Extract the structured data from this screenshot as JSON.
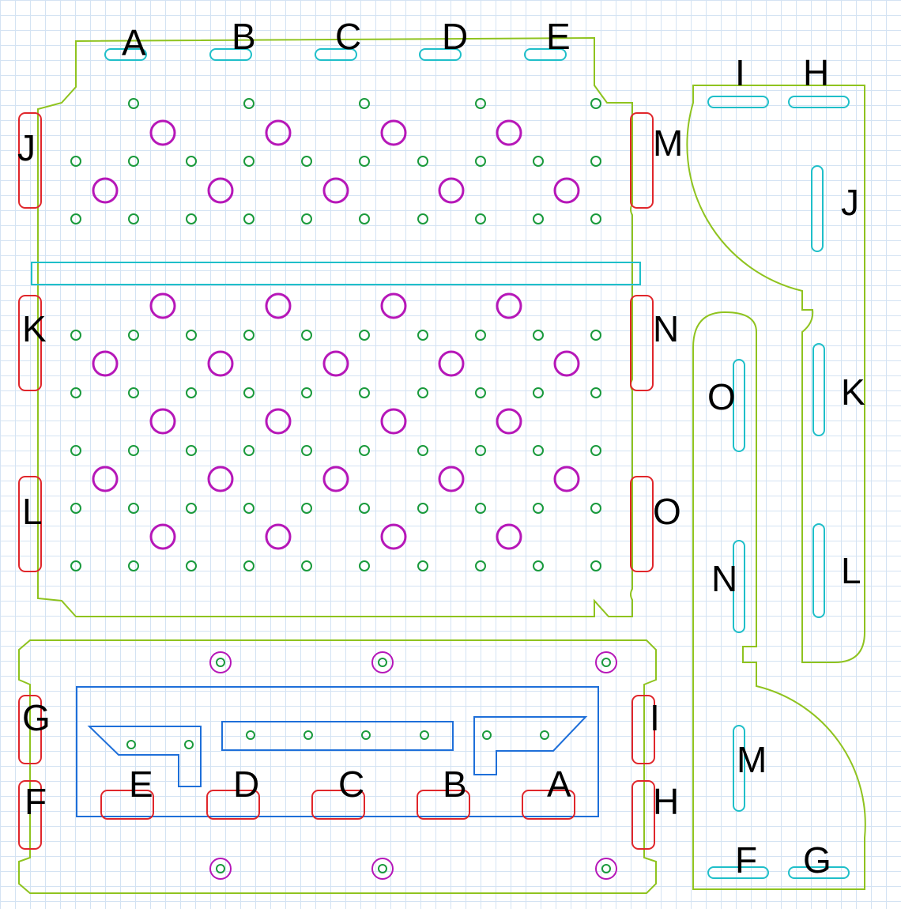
{
  "colors": {
    "outline": "#8fc31f",
    "slot_outer": "#e0262b",
    "tab": "#1fbfc9",
    "large_hole": "#b617b8",
    "small_hole": "#1a9a3c",
    "cutout": "#1e6fd9",
    "grid": "#d4e3f3"
  },
  "labels": {
    "top_tabs": [
      "A",
      "B",
      "C",
      "D",
      "E"
    ],
    "left_slots": [
      "J",
      "K",
      "L"
    ],
    "right_slots": [
      "M",
      "N",
      "O"
    ],
    "side_top_tabs": [
      "I",
      "H"
    ],
    "side_upper_tabs": [
      "J",
      "K",
      "L"
    ],
    "side_lower_tabs": [
      "O",
      "N",
      "M"
    ],
    "side_bottom_tabs": [
      "F",
      "G"
    ],
    "bottom_left_slots": [
      "G",
      "F"
    ],
    "bottom_right_slots": [
      "I",
      "H"
    ],
    "bottom_inner_slots": [
      "E",
      "D",
      "C",
      "B",
      "A"
    ]
  }
}
